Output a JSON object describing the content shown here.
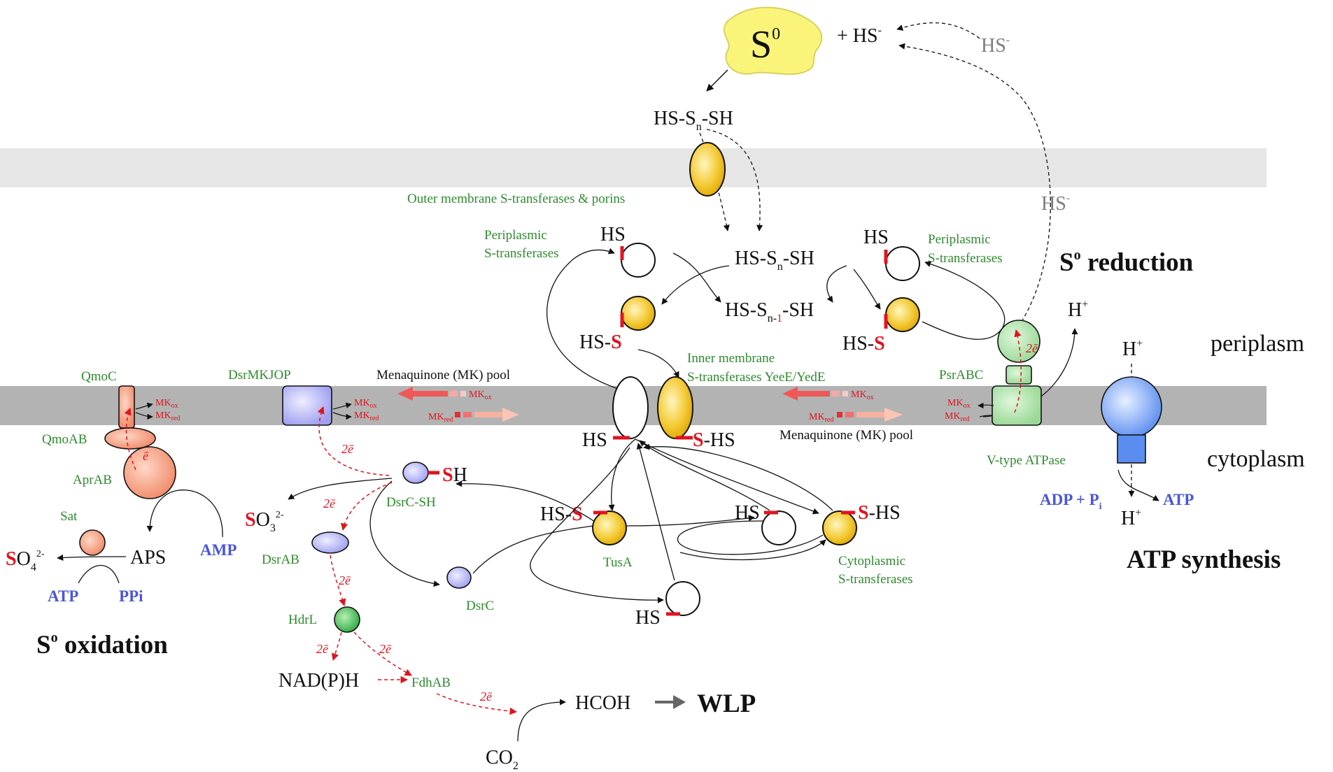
{
  "colors": {
    "membrane_outer": "#e6e6e6",
    "membrane_inner": "#b3b3b3",
    "transferase_gold": "#f2c41a",
    "sulfur_blob": "#faf47a",
    "dsr_lavender": "#b7b7f4",
    "oxidation_salmon": "#f7a688",
    "psr_green": "#c6ebc3",
    "hdrl_green": "#4cc158",
    "atpase_blue": "#5b8df0",
    "label_green": "#2e8b2e",
    "red": "#e0141e",
    "nucleotide_blue": "#4b57d6"
  },
  "top": {
    "s0": "S",
    "s0_sup": "0",
    "plus_hs": "+ HS",
    "hs_gray_top": "HS",
    "hs_gray_side": "HS",
    "minus": "-",
    "polysulfide": "HS-S",
    "n": "n",
    "sh": "-SH"
  },
  "labels": {
    "outer_membrane": "Outer membrane S-transferases & porins",
    "peri_left_1": "Periplasmic",
    "peri_left_2": "S-transferases",
    "peri_right_1": "Periplasmic",
    "peri_right_2": "S-transferases",
    "inner_membrane_1": "Inner membrane",
    "inner_membrane_2": "S-transferases YeeE/YedE",
    "mk_pool_top": "Menaquinone (MK) pool",
    "mk_pool_bottom": "Menaquinone (MK) pool",
    "psrabc": "PsrABC",
    "vtype": "V-type ATPase",
    "qmoc": "QmoC",
    "qmoab": "QmoAB",
    "aprab": "AprAB",
    "sat": "Sat",
    "dsrmkjop": "DsrMKJOP",
    "dsrc_sh": "DsrC-SH",
    "dsrab": "DsrAB",
    "hdrl": "HdrL",
    "dsrc": "DsrC",
    "fdhab": "FdhAB",
    "tusa": "TusA",
    "cyto_1": "Cytoplasmic",
    "cyto_2": "S-transferases"
  },
  "regions": {
    "periplasm": "periplasm",
    "cytoplasm": "cytoplasm"
  },
  "titles": {
    "s0_reduction": "S",
    "s0_oxidation": "S",
    "degree": "o",
    "reduction_word": " reduction",
    "oxidation_word": " oxidation",
    "atp_synthesis": "ATP synthesis",
    "wlp": "WLP"
  },
  "chem": {
    "hs": "HS",
    "s_red": "S",
    "dash": "-",
    "dash_hs": "-HS",
    "hs_dash": "HS-",
    "h": "H",
    "plus": "+",
    "sn1_prefix": "HS-S",
    "sn1_n": "n-",
    "sn1_one": "1",
    "sn1_suffix": "-SH",
    "mk": "MK",
    "ox": "ox",
    "red": "red",
    "aps": "APS",
    "amp": "AMP",
    "atp": "ATP",
    "ppi": "PPi",
    "so3_o": "O",
    "so3_sub": "3",
    "so3_sup": "2-",
    "so4_o": "O",
    "so4_sub": "4",
    "so4_sup": "2-",
    "nadph": "NAD(P)H",
    "hcoh": "HCOH",
    "co2": "CO",
    "two": "2",
    "adp_pi": "ADP + P",
    "i": "i",
    "electron": "ē",
    "two_e": "2ē"
  }
}
